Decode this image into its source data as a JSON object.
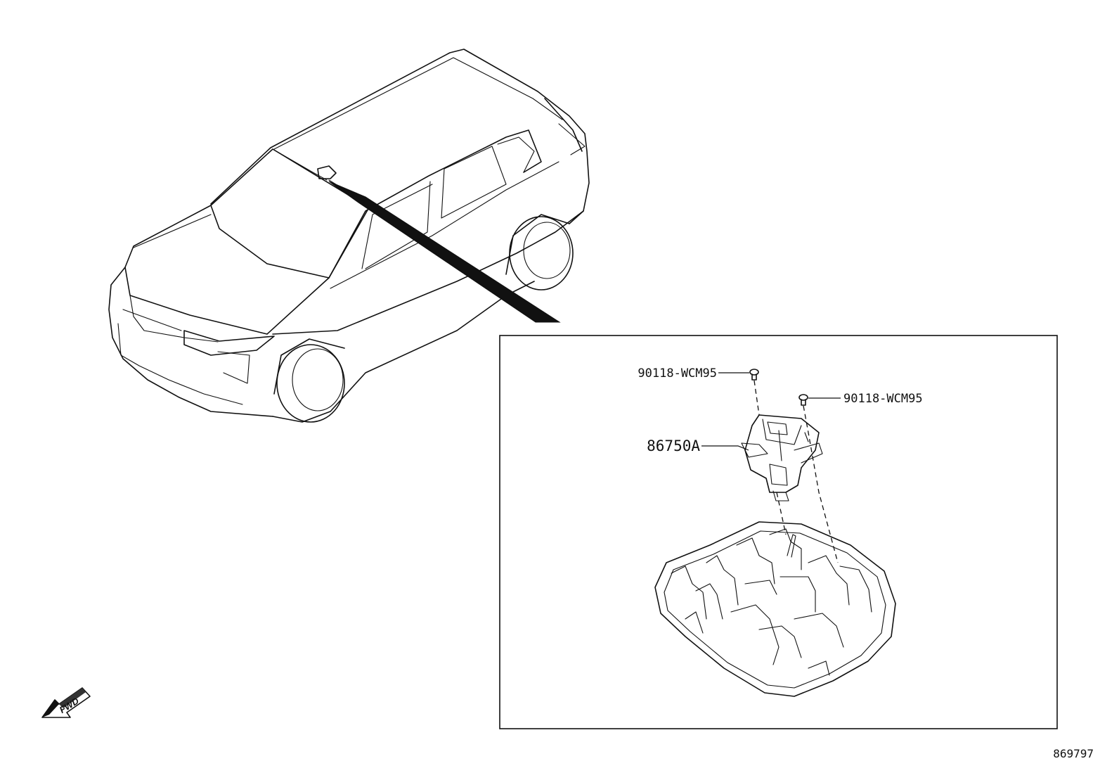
{
  "callouts": {
    "screw_left": "90118-WCM95",
    "screw_right": "90118-WCM95",
    "main_part": "86750A"
  },
  "fwd_label": "FWD",
  "illustration_number": "869797"
}
